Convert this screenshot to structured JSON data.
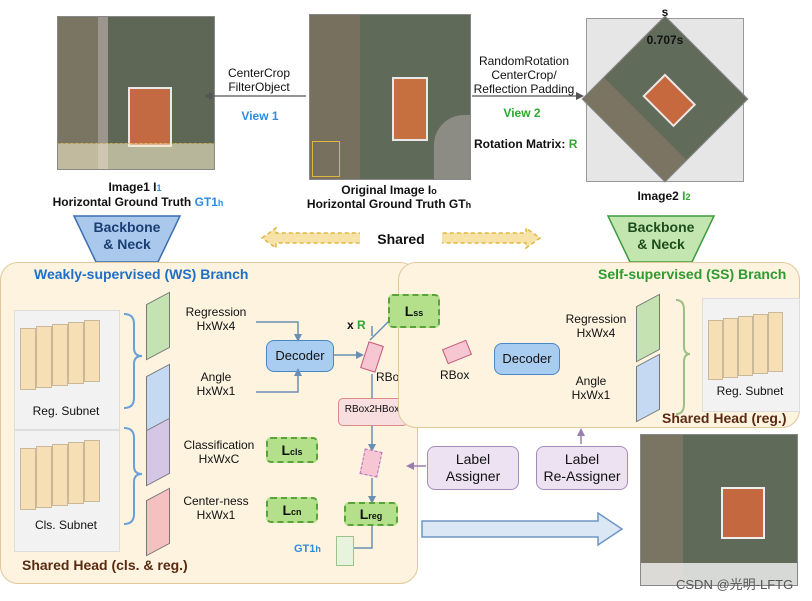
{
  "top": {
    "image1_title": "Image1 I",
    "image1_sub": "1",
    "image1_gt": "Horizontal Ground Truth",
    "image1_gt_tag": "GT1",
    "image1_gt_sub": "h",
    "original_title": "Original Image I",
    "original_sub": "o",
    "original_gt": "Horizontal Ground Truth GT",
    "original_gt_sub": "h",
    "image2_title": "Image2",
    "image2_tag": "I",
    "image2_sub": "2",
    "view1_ops_line1": "CenterCrop",
    "view1_ops_line2": "FilterObject",
    "view1_label": "View 1",
    "view2_ops_line1": "RandomRotation",
    "view2_ops_line2": "CenterCrop/",
    "view2_ops_line3": "Reflection Padding",
    "view2_label": "View 2",
    "rotation_label": "Rotation Matrix:",
    "rotation_symbol": "R",
    "s_label": "s",
    "s707_label": "0.707s"
  },
  "backbone_left_line1": "Backbone",
  "backbone_left_line2": "& Neck",
  "backbone_right_line1": "Backbone",
  "backbone_right_line2": "& Neck",
  "shared_label": "Shared",
  "ws": {
    "title": "Weakly-supervised (WS) Branch",
    "reg_subnet": "Reg. Subnet",
    "cls_subnet": "Cls. Subnet",
    "regression": "Regression",
    "regression_dim": "HxWx4",
    "angle": "Angle",
    "angle_dim": "HxWx1",
    "classification": "Classification",
    "classification_dim": "HxWxC",
    "centerness": "Center-ness",
    "centerness_dim": "HxWx1",
    "decoder": "Decoder",
    "xr_x": "x",
    "xr_r": "R",
    "rbox": "RBox",
    "rbox2hbox": "RBox2HBox",
    "loss_cls": "L",
    "loss_cls_sub": "cls",
    "loss_cn": "L",
    "loss_cn_sub": "cn",
    "loss_reg": "L",
    "loss_reg_sub": "reg",
    "gt1h": "GT1",
    "gt1h_sub": "h",
    "shared_head": "Shared Head (cls. & reg.)"
  },
  "ss": {
    "title": "Self-supervised (SS) Branch",
    "loss_ss": "L",
    "loss_ss_sub": "ss",
    "rbox": "RBox",
    "decoder": "Decoder",
    "regression": "Regression",
    "regression_dim": "HxWx4",
    "angle": "Angle",
    "angle_dim": "HxWx1",
    "reg_subnet": "Reg. Subnet",
    "shared_head": "Shared Head (reg.)"
  },
  "assigners": {
    "label_assigner_line1": "Label",
    "label_assigner_line2": "Assigner",
    "label_reassigner_line1": "Label",
    "label_reassigner_line2": "Re-Assigner"
  },
  "watermark": "CSDN @光明-LFTG",
  "colors": {
    "ws_title": "#1f6fc7",
    "ss_title": "#2f9a2f",
    "shared_head_text": "#5a2a12",
    "view1": "#2e8ce0",
    "view2": "#2ea82e",
    "backbone_left_fill": "#a9c8ec",
    "backbone_right_fill": "#c3e6b0"
  }
}
